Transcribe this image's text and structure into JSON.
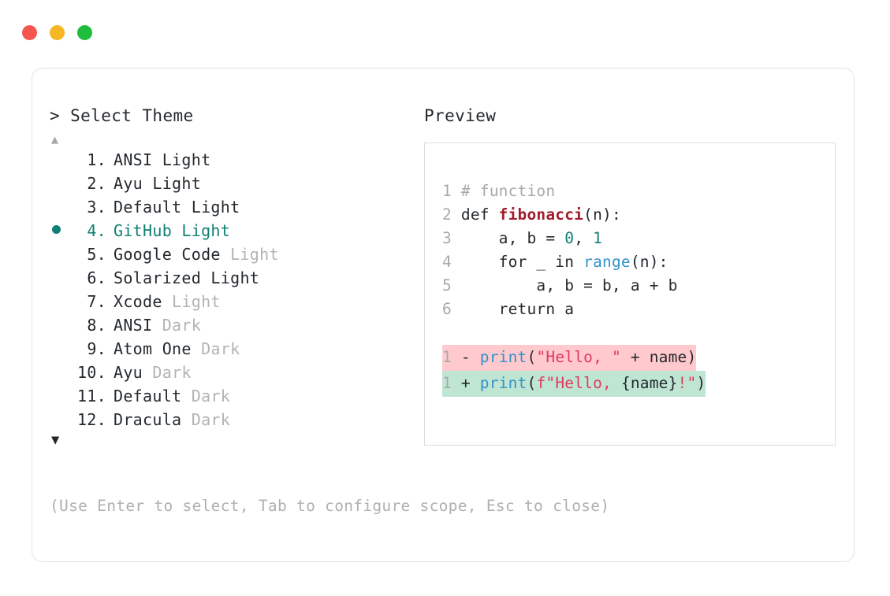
{
  "window": {
    "traffic_lights": [
      {
        "name": "close",
        "color": "#f4564f"
      },
      {
        "name": "minimize",
        "color": "#f6b725"
      },
      {
        "name": "maximize",
        "color": "#20bd3c"
      }
    ]
  },
  "left": {
    "prompt": "> Select Theme",
    "scroll_up_icon": "▲",
    "scroll_down_icon": "▼",
    "selected_index": 4,
    "selected_bullet": "●",
    "accent_color": "#107f75",
    "dim_color": "#b3b3b5",
    "themes": [
      {
        "num": "1.",
        "name": "ANSI",
        "variant": "Light",
        "variant_dim": false,
        "selected": false
      },
      {
        "num": "2.",
        "name": "Ayu",
        "variant": "Light",
        "variant_dim": false,
        "selected": false
      },
      {
        "num": "3.",
        "name": "Default",
        "variant": "Light",
        "variant_dim": false,
        "selected": false
      },
      {
        "num": "4.",
        "name": "GitHub",
        "variant": "Light",
        "variant_dim": false,
        "selected": true
      },
      {
        "num": "5.",
        "name": "Google Code",
        "variant": "Light",
        "variant_dim": true,
        "selected": false
      },
      {
        "num": "6.",
        "name": "Solarized",
        "variant": "Light",
        "variant_dim": false,
        "selected": false
      },
      {
        "num": "7.",
        "name": "Xcode",
        "variant": "Light",
        "variant_dim": true,
        "selected": false
      },
      {
        "num": "8.",
        "name": "ANSI",
        "variant": "Dark",
        "variant_dim": true,
        "selected": false
      },
      {
        "num": "9.",
        "name": "Atom One",
        "variant": "Dark",
        "variant_dim": true,
        "selected": false
      },
      {
        "num": "10.",
        "name": "Ayu",
        "variant": "Dark",
        "variant_dim": true,
        "selected": false
      },
      {
        "num": "11.",
        "name": "Default",
        "variant": "Dark",
        "variant_dim": true,
        "selected": false
      },
      {
        "num": "12.",
        "name": "Dracula",
        "variant": "Dark",
        "variant_dim": true,
        "selected": false
      }
    ],
    "hint": "(Use Enter to select, Tab to configure scope, Esc to close)"
  },
  "right": {
    "preview_label": "Preview",
    "code_lines": [
      {
        "lineno": "1",
        "tokens": [
          {
            "t": " # function",
            "c": "comment"
          }
        ]
      },
      {
        "lineno": "2",
        "tokens": [
          {
            "t": " def ",
            "c": "kw"
          },
          {
            "t": "fibonacci",
            "c": "fn"
          },
          {
            "t": "(n):",
            "c": "plain"
          }
        ]
      },
      {
        "lineno": "3",
        "tokens": [
          {
            "t": "     a, b = ",
            "c": "plain"
          },
          {
            "t": "0",
            "c": "num"
          },
          {
            "t": ", ",
            "c": "plain"
          },
          {
            "t": "1",
            "c": "num"
          }
        ]
      },
      {
        "lineno": "4",
        "tokens": [
          {
            "t": "     for _ in ",
            "c": "plain"
          },
          {
            "t": "range",
            "c": "builtin"
          },
          {
            "t": "(n):",
            "c": "plain"
          }
        ]
      },
      {
        "lineno": "5",
        "tokens": [
          {
            "t": "         a, b = b, a + b",
            "c": "plain"
          }
        ]
      },
      {
        "lineno": "6",
        "tokens": [
          {
            "t": "     return a",
            "c": "plain"
          }
        ]
      }
    ],
    "diff_lines": [
      {
        "kind": "del",
        "lineno": "1",
        "sign": "-",
        "bg": "#ffc9cd",
        "tokens": [
          {
            "t": "print",
            "c": "builtin"
          },
          {
            "t": "(",
            "c": "plain"
          },
          {
            "t": "\"Hello, \"",
            "c": "strred"
          },
          {
            "t": " + name)",
            "c": "plain"
          }
        ]
      },
      {
        "kind": "add",
        "lineno": "1",
        "sign": "+",
        "bg": "#bfe5d3",
        "tokens": [
          {
            "t": "print",
            "c": "builtin"
          },
          {
            "t": "(",
            "c": "plain"
          },
          {
            "t": "f\"Hello, ",
            "c": "strred"
          },
          {
            "t": "{name}",
            "c": "plain"
          },
          {
            "t": "!\"",
            "c": "strred"
          },
          {
            "t": ")",
            "c": "plain"
          }
        ]
      }
    ]
  }
}
